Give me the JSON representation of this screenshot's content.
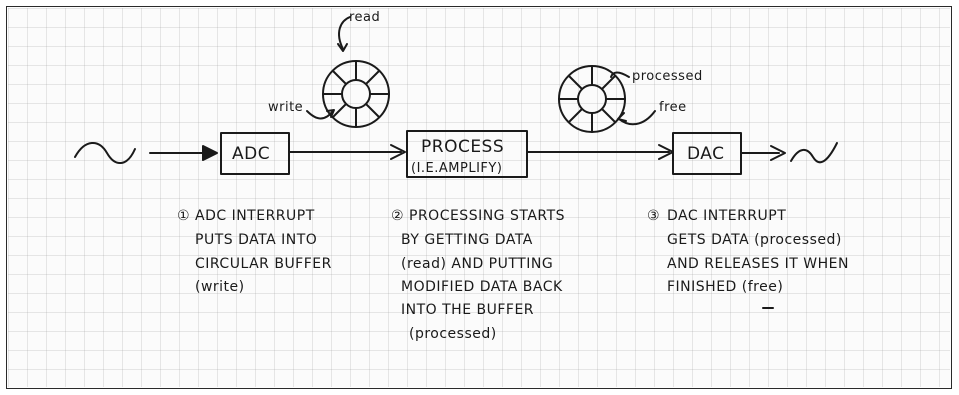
{
  "labels": {
    "read": "read",
    "write": "write",
    "processed_ring": "processed",
    "free_ring": "free",
    "adc": "ADC",
    "process": "PROCESS",
    "process_sub": "(I.E.AMPLIFY)",
    "dac": "DAC"
  },
  "steps": [
    {
      "marker": "①",
      "lines": [
        "ADC INTERRUPT",
        "PUTS DATA INTO",
        "CIRCULAR BUFFER",
        "(write)"
      ]
    },
    {
      "marker": "②",
      "lines": [
        "PROCESSING STARTS",
        "BY GETTING DATA",
        "(read) AND PUTTING",
        "MODIFIED DATA BACK",
        "INTO THE BUFFER",
        "(processed)"
      ]
    },
    {
      "marker": "③",
      "lines": [
        "DAC INTERRUPT",
        "GETS DATA (processed)",
        "AND RELEASES IT WHEN",
        "FINISHED (free)"
      ]
    }
  ]
}
